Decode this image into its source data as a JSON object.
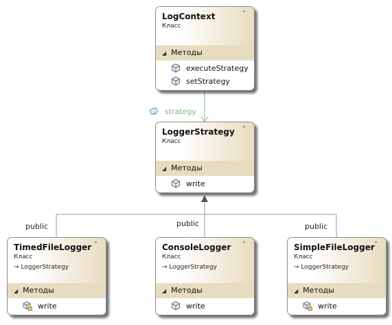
{
  "classes": {
    "log_context": {
      "name": "LogContext",
      "kind": "Класс",
      "section": "Методы",
      "methods": [
        "executeStrategy",
        "setStrategy"
      ]
    },
    "logger_strategy": {
      "name": "LoggerStrategy",
      "kind": "Класс",
      "section": "Методы",
      "methods": [
        "write"
      ]
    },
    "timed_file_logger": {
      "name": "TimedFileLogger",
      "kind": "Класс",
      "base": "LoggerStrategy",
      "section": "Методы",
      "methods": [
        "write"
      ]
    },
    "console_logger": {
      "name": "ConsoleLogger",
      "kind": "Класс",
      "base": "LoggerStrategy",
      "section": "Методы",
      "methods": [
        "write"
      ]
    },
    "simple_file_logger": {
      "name": "SimpleFileLogger",
      "kind": "Класс",
      "base": "LoggerStrategy",
      "section": "Методы",
      "methods": [
        "write"
      ]
    }
  },
  "association": {
    "label": "strategy",
    "color": "#7fb97f"
  },
  "inheritance_labels": {
    "left": "public",
    "middle": "public",
    "right": "public"
  },
  "colors": {
    "header_tint": "#e8dcc0",
    "border": "#8a8a8a",
    "connector": "#9a9a9a"
  },
  "icons": {
    "collapse": "double-chevron-up-icon",
    "section": "triangle-down-icon",
    "method": "method-cube-icon",
    "inherits": "arrow-right-icon",
    "association": "property-icon"
  }
}
